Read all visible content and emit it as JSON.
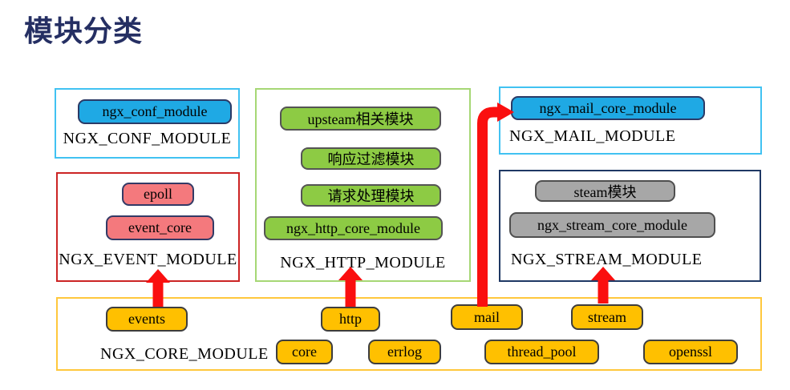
{
  "title": "模块分类",
  "groups": {
    "conf": {
      "label": "NGX_CONF_MODULE",
      "modules": [
        "ngx_conf_module"
      ]
    },
    "event": {
      "label": "NGX_EVENT_MODULE",
      "modules": [
        "epoll",
        "event_core"
      ]
    },
    "http": {
      "label": "NGX_HTTP_MODULE",
      "modules": [
        "upsteam相关模块",
        "响应过滤模块",
        "请求处理模块",
        "ngx_http_core_module"
      ]
    },
    "mail": {
      "label": "NGX_MAIL_MODULE",
      "modules": [
        "ngx_mail_core_module"
      ]
    },
    "stream": {
      "label": "NGX_STREAM_MODULE",
      "modules": [
        "steam模块",
        "ngx_stream_core_module"
      ]
    },
    "core": {
      "label": "NGX_CORE_MODULE",
      "modules": [
        "events",
        "http",
        "mail",
        "stream",
        "core",
        "errlog",
        "thread_pool",
        "openssl"
      ]
    }
  },
  "arrows": [
    {
      "from": "events",
      "to": "NGX_EVENT_MODULE"
    },
    {
      "from": "http",
      "to": "NGX_HTTP_MODULE"
    },
    {
      "from": "mail",
      "to": "ngx_mail_core_module"
    },
    {
      "from": "stream",
      "to": "NGX_STREAM_MODULE"
    }
  ],
  "colors": {
    "title": "#252F63",
    "arrow": "#FA0F0F",
    "conf_border": "#41C2F2",
    "event_border": "#CC2424",
    "http_border": "#A6D775",
    "mail_border": "#41C2F2",
    "stream_border": "#1F3864",
    "core_border": "#FFC83D",
    "blue_chip": "#1FA9E4",
    "pink_chip": "#F4797D",
    "green_chip": "#8DCB44",
    "gray_chip": "#A7A7A7",
    "gold_chip": "#FFC000"
  }
}
